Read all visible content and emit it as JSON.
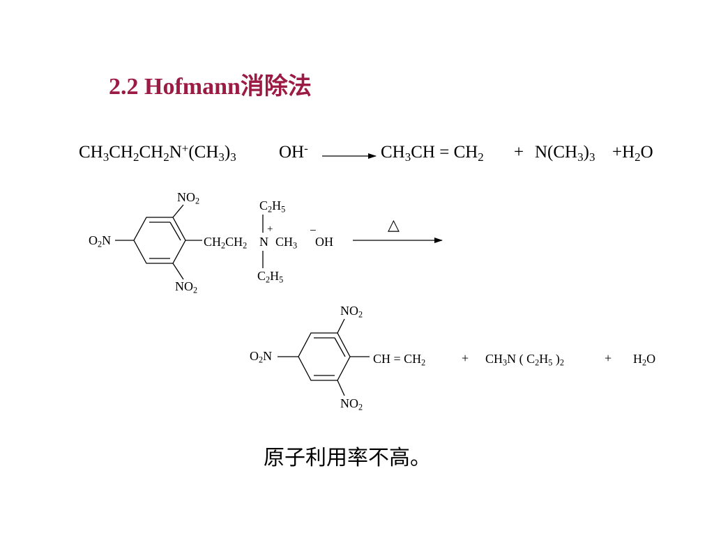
{
  "slide": {
    "title": "2.2  Hofmann消除法",
    "footer_note": "原子利用率不高。"
  },
  "reaction1": {
    "reactant": "CH3CH2CH2N+(CH3)3",
    "counterion": "OH-",
    "product_alkene": "CH3CH = CH2",
    "plus": "+",
    "product_amine": "N(CH3)3",
    "product_water": "+H2O"
  },
  "reaction2": {
    "reactant": {
      "ring_substituent_top": "NO2",
      "ring_substituent_left": "O2N",
      "ring_substituent_bottom": "NO2",
      "chain": "CH2CH2",
      "nitrogen": "N",
      "n_methyl": "CH3",
      "n_ethyl_top": "C2H5",
      "n_ethyl_bottom": "C2H5",
      "positive_charge": "+",
      "negative_charge": "−",
      "counterion": "OH"
    },
    "condition": "△",
    "products": {
      "ring_substituent_top": "NO2",
      "ring_substituent_left": "O2N",
      "ring_substituent_bottom": "NO2",
      "vinyl": "CH = CH2",
      "plus1": "+",
      "amine": "CH3N ( C2H5 )2",
      "plus2": "+",
      "water": "H2O"
    }
  }
}
